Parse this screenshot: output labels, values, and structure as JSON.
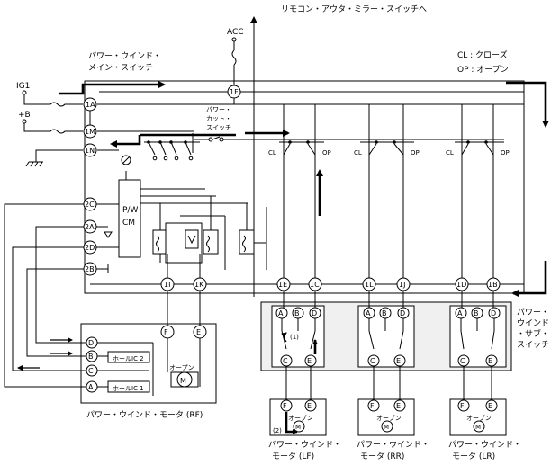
{
  "labels": {
    "remote_switch": "リモコン・アウタ・ミラー・スイッチへ",
    "acc": "ACC",
    "ig1": "IG1",
    "plus_b": "+B",
    "main_switch_line1": "パワー・ウインド・",
    "main_switch_line2": "メイン・スイッチ",
    "cutoff_line1": "パワー・",
    "cutoff_line2": "カット・",
    "cutoff_line3": "スイッチ",
    "legend_cl": "CL : クローズ",
    "legend_op": "OP : オープン",
    "pw_cm_line1": "P/W",
    "pw_cm_line2": "CM",
    "sub_switch_line1": "パワー・",
    "sub_switch_line2": "ウインド",
    "sub_switch_line3": "・サブ・",
    "sub_switch_line4": "スイッチ",
    "hall_ic2": "ホールIC 2",
    "hall_ic1": "ホールIC 1",
    "open": "オープン",
    "motor_rf": "パワー・ウインド・モータ (RF)",
    "motor_lf_line1": "パワー・ウインド・",
    "motor_lf_line2": "モータ (LF)",
    "motor_rr_line1": "パワー・ウインド・",
    "motor_rr_line2": "モータ (RR)",
    "motor_lr_line1": "パワー・ウインド・",
    "motor_lr_line2": "モータ (LR)",
    "cl": "CL",
    "op": "OP",
    "motor_m": "M",
    "note1": "(1)",
    "note2": "(2)"
  },
  "connectors": {
    "c1F": "1F",
    "c1A": "1A",
    "c1M": "1M",
    "c1N": "1N",
    "c2C": "2C",
    "c2A": "2A",
    "c2D": "2D",
    "c2B": "2B",
    "c1I": "1I",
    "c1K": "1K",
    "c1E": "1E",
    "c1C": "1C",
    "c1L": "1L",
    "c1J": "1J",
    "c1D": "1D",
    "c1B": "1B",
    "pA": "A",
    "pB": "B",
    "pC": "C",
    "pD": "D",
    "pE": "E",
    "pF": "F"
  }
}
